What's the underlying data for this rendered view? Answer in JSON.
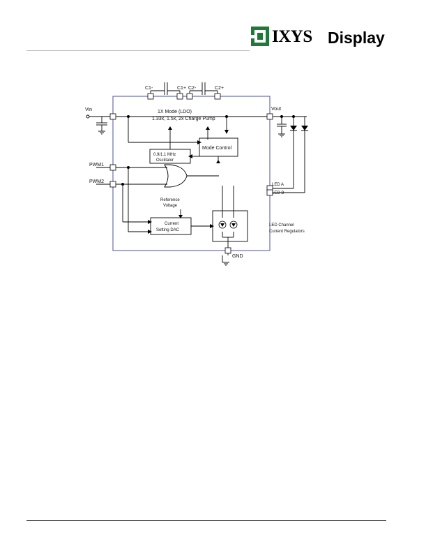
{
  "header": {
    "brand_name": "IXYS",
    "brand_suffix": "Display",
    "brand_color": "#1f7a3a"
  },
  "diagram": {
    "labels": {
      "c1_minus": "C1-",
      "c1_plus": "C1+",
      "c2_minus": "C2-",
      "c2_plus": "C2+",
      "vin": "Vin",
      "vout": "Vout",
      "pump_line1": "1X Mode (LDO)",
      "pump_line2": "1.33x, 1.5x, 2x Charge Pump",
      "osc_line1": "0.9/1.1 MHz",
      "osc_line2": "Oscillator",
      "mode_control": "Mode Control",
      "pwm1": "PWM1",
      "pwm2": "PWM2",
      "ref_line1": "Reference",
      "ref_line2": "Voltage",
      "dac_line1": "Current",
      "dac_line2": "Setting DAC",
      "led_a": "LED A",
      "led_b": "LED B",
      "reg_line1": "LED Channel",
      "reg_line2": "Current Regulators",
      "gnd": "GND"
    }
  }
}
